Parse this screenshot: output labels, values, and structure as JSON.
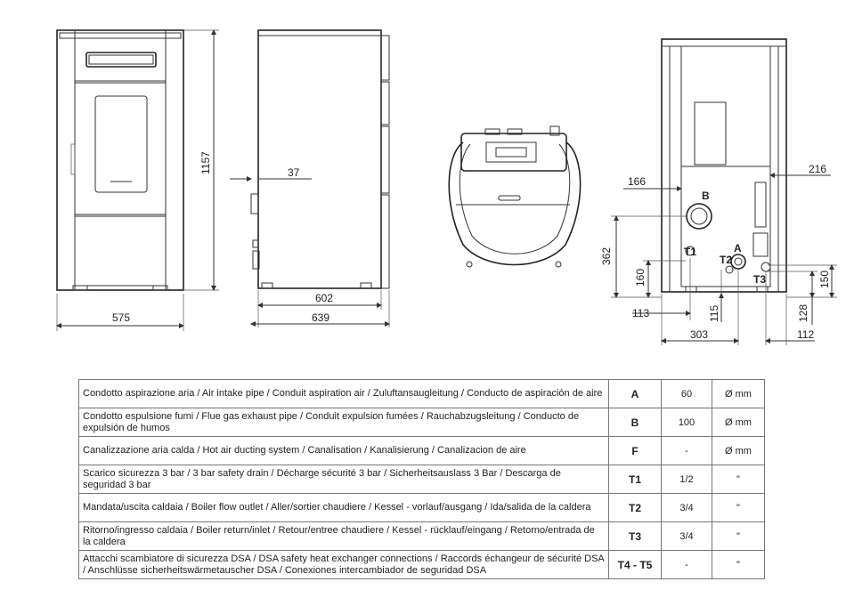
{
  "dimensions": {
    "front_width": "575",
    "height": "1157",
    "side_offset": "37",
    "side_depth_inner": "602",
    "side_depth": "639",
    "rear_166": "166",
    "rear_216": "216",
    "rear_362": "362",
    "rear_160": "160",
    "rear_113": "113",
    "rear_115": "115",
    "rear_303": "303",
    "rear_112": "112",
    "rear_128": "128",
    "rear_150": "150"
  },
  "labels": {
    "B": "B",
    "A": "A",
    "T1": "T1",
    "T2": "T2",
    "T3": "T3"
  },
  "table": {
    "rows": [
      {
        "desc": "Condotto aspirazione aria / Air intake pipe / Conduit aspiration air / Zuluftansaugleitung / Conducto de aspiración de aire",
        "code": "A",
        "value": "60",
        "unit": "Ø mm"
      },
      {
        "desc": "Condotto espulsione fumi / Flue gas exhaust pipe / Conduit expulsion fumées / Rauchabzugsleitung / Conducto de expulsión de humos",
        "code": "B",
        "value": "100",
        "unit": "Ø mm"
      },
      {
        "desc": "Canalizzazione aria calda / Hot air ducting system / Canalisation / Kanalisierung / Canalizacion de aire",
        "code": "F",
        "value": "-",
        "unit": "Ø mm"
      },
      {
        "desc": "Scarico sicurezza 3 bar / 3 bar safety drain / Décharge sécurité 3 bar / Sicherheitsauslass 3 Bar / Descarga de seguridad 3 bar",
        "code": "T1",
        "value": "1/2",
        "unit": "\""
      },
      {
        "desc": "Mandata/uscita caldaia / Boiler flow outlet / Aller/sortier chaudiere / Kessel - vorlauf/ausgang / Ida/salida de la caldera",
        "code": "T2",
        "value": "3/4",
        "unit": "\""
      },
      {
        "desc": "Ritorno/ingresso caldaia / Boiler return/inlet / Retour/entree chaudiere / Kessel - rücklauf/eingang / Retorno/entrada de la caldera",
        "code": "T3",
        "value": "3/4",
        "unit": "\""
      },
      {
        "desc": "Attacchi scambiatore di sicurezza DSA / DSA safety heat exchanger connections / Raccords échangeur de sécurité DSA / Anschlüsse sicherheitswärmetauscher DSA / Conexiones intercambiador de seguridad DSA",
        "code": "T4 - T5",
        "value": "-",
        "unit": "\""
      }
    ]
  }
}
